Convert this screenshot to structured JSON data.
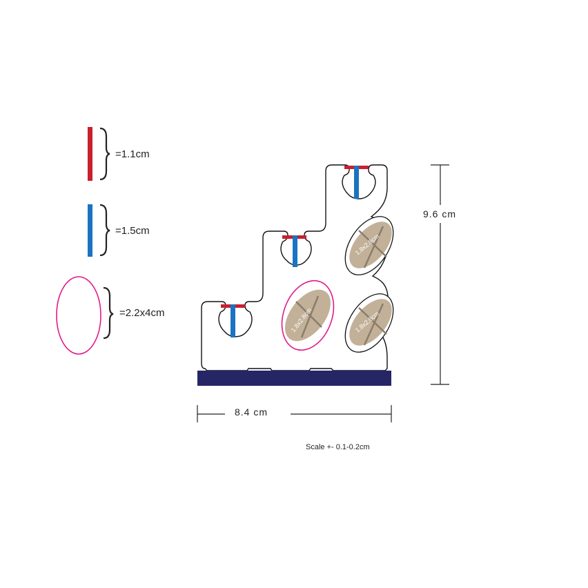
{
  "legend": {
    "red_label": "=1.1cm",
    "blue_label": "=1.5cm",
    "oval_label": "=2.2x4cm"
  },
  "dimensions": {
    "height_label": "9.6 cm",
    "width_label": "8.4 cm"
  },
  "stones": {
    "label": "1.8x2.8cm"
  },
  "scale_note": "Scale +- 0.1-0.2cm",
  "colors": {
    "red": "#c8202e",
    "blue": "#1a74c0",
    "oval": "#e0198a",
    "base": "#262566",
    "stone": "#c2b198",
    "stone_cross": "#8a7d6c"
  }
}
